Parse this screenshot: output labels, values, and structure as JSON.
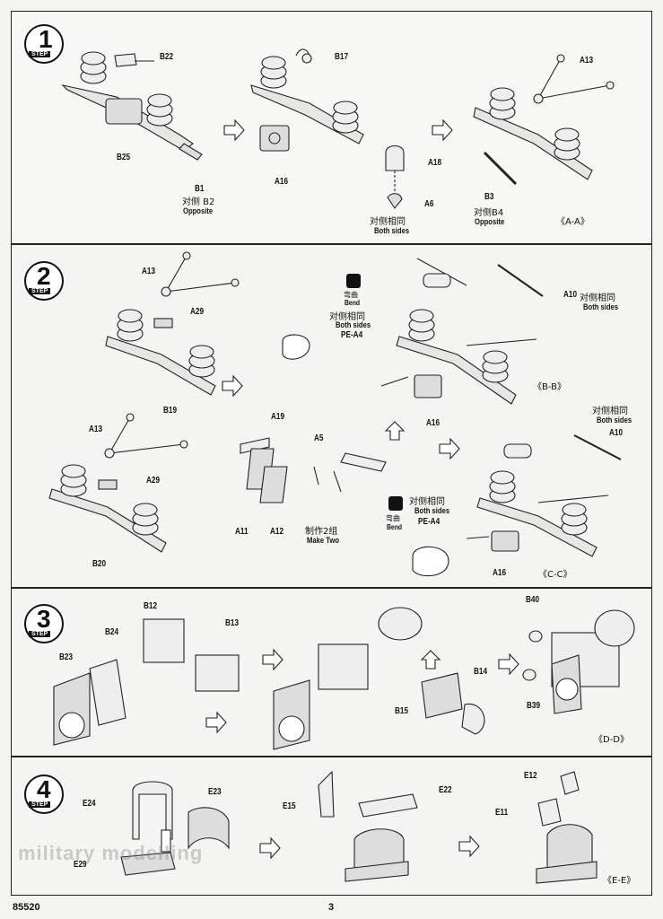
{
  "step1": {
    "step_word": "STEP",
    "step_no": "1",
    "labels": {
      "b22": "B22",
      "b25": "B25",
      "b1": "B1",
      "b1_note_cn": "对侧 B2",
      "b1_note_en": "Opposite",
      "b17": "B17",
      "a16": "A16",
      "a18": "A18",
      "a6": "A6",
      "both_cn": "对侧相同",
      "both_en": "Both sides",
      "a13": "A13",
      "b3": "B3",
      "b3_note_cn": "对侧B4",
      "b3_note_en": "Opposite",
      "section": "《A-A》"
    }
  },
  "step2": {
    "step_word": "STEP",
    "step_no": "2",
    "labels": {
      "a13_top": "A13",
      "a29_top": "A29",
      "b19": "B19",
      "bend_cn": "弯曲",
      "bend_en": "Bend",
      "both_cn": "对侧相同",
      "both_en": "Both sides",
      "pe_a4": "PE-A4",
      "a10_top": "A10",
      "a10_note_cn": "对侧相同",
      "a10_note_en": "Both sides",
      "bb": "《B-B》",
      "a16_mid": "A16",
      "a13_low": "A13",
      "a29_low": "A29",
      "b20": "B20",
      "a19": "A19",
      "a5": "A5",
      "a11": "A11",
      "a12": "A12",
      "make_cn": "制作2组",
      "make_en": "Make Two",
      "cc_both_cn": "对侧相同",
      "cc_both_en": "Both sides",
      "a10_low": "A10",
      "bend2_cn": "弯曲",
      "bend2_en": "Bend",
      "both2_cn": "对侧相同",
      "both2_en": "Both sides",
      "pe_a4_2": "PE-A4",
      "a16_low": "A16",
      "cc": "《C-C》"
    }
  },
  "step3": {
    "step_word": "STEP",
    "step_no": "3",
    "labels": {
      "b12": "B12",
      "b13": "B13",
      "b24": "B24",
      "b23": "B23",
      "b14": "B14",
      "b15": "B15",
      "b40": "B40",
      "b39": "B39",
      "dd": "《D-D》"
    }
  },
  "step4": {
    "step_word": "STEP",
    "step_no": "4",
    "labels": {
      "e24": "E24",
      "e23": "E23",
      "e29": "E29",
      "e15": "E15",
      "e22": "E22",
      "e12": "E12",
      "e11": "E11",
      "ee": "《E-E》"
    }
  },
  "footer": {
    "code": "85520",
    "page": "3"
  },
  "watermark": "military modelling"
}
